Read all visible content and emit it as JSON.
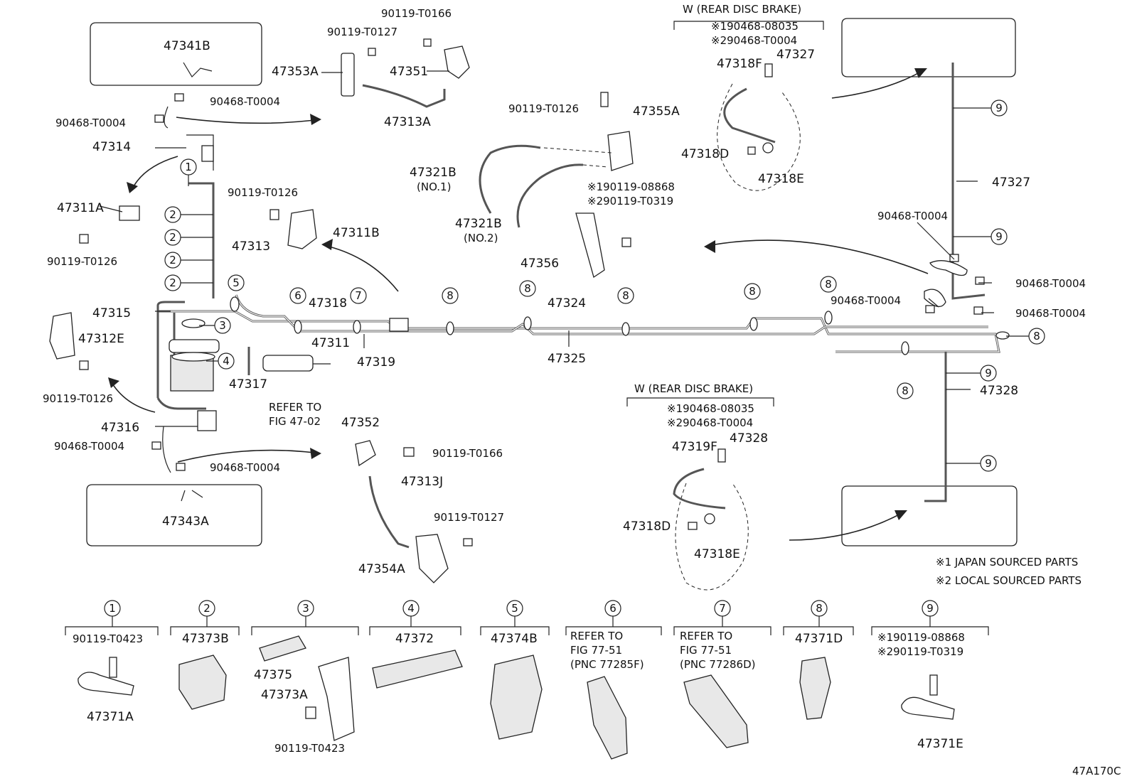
{
  "figure_code": "47A170C",
  "part_labels": {
    "p47341B": "47341B",
    "p90468_T0004_a": "90468-T0004",
    "p90468_T0004_b": "90468-T0004",
    "p47314": "47314",
    "p47311A": "47311A",
    "p90119_T0126_a": "90119-T0126",
    "p47313": "47313",
    "p47315": "47315",
    "p47312E": "47312E",
    "p90119_T0126_b": "90119-T0126",
    "p47317": "47317",
    "p47316": "47316",
    "p90468_T0004_c": "90468-T0004",
    "p90468_T0004_d": "90468-T0004",
    "p47343A": "47343A",
    "p90119_T0166_a": "90119-T0166",
    "p90119_T0127_a": "90119-T0127",
    "p47353A": "47353A",
    "p47351": "47351",
    "p47313A": "47313A",
    "p90119_T0126_c": "90119-T0126",
    "p47311B": "47311B",
    "p47318": "47318",
    "p47311": "47311",
    "p47319": "47319",
    "refer_fig_47_02_a": "REFER TO",
    "refer_fig_47_02_b": "FIG 47-02",
    "p47352": "47352",
    "p90119_T0166_b": "90119-T0166",
    "p47313J": "47313J",
    "p90119_T0127_b": "90119-T0127",
    "p47354A": "47354A",
    "p90119_T0126_d": "90119-T0126",
    "p47355A": "47355A",
    "p47321B_1": "47321B",
    "no1": "(NO.1)",
    "p47321B_2": "47321B",
    "no2": "(NO.2)",
    "p90119_08868_a": "※190119-08868",
    "p90119_T0319_a": "※290119-T0319",
    "p47356": "47356",
    "p47324": "47324",
    "p47325": "47325",
    "w_rear_disc_1": "W (REAR DISC BRAKE)",
    "p90468_08035_1": "※190468-08035",
    "p90468_T0004_j1": "※290468-T0004",
    "p47318F": "47318F",
    "p47327_top": "47327",
    "p47318D_1": "47318D",
    "p47318E_1": "47318E",
    "p47327": "47327",
    "p90468_T0004_e": "90468-T0004",
    "p90468_T0004_f": "90468-T0004",
    "p90468_T0004_g": "90468-T0004",
    "p90468_T0004_h": "90468-T0004",
    "p47328": "47328",
    "w_rear_disc_2": "W (REAR DISC BRAKE)",
    "p90468_08035_2": "※190468-08035",
    "p90468_T0004_j2": "※290468-T0004",
    "p47319F": "47319F",
    "p47328_top": "47328",
    "p47318D_2": "47318D",
    "p47318E_2": "47318E",
    "note1": "※1 JAPAN SOURCED PARTS",
    "note2": "※2 LOCAL SOURCED PARTS"
  },
  "legend": [
    {
      "num": "1",
      "lines": [
        "90119-T0423",
        "47371A"
      ]
    },
    {
      "num": "2",
      "lines": [
        "47373B"
      ]
    },
    {
      "num": "3",
      "lines": [
        "47375",
        "47373A",
        "90119-T0423"
      ]
    },
    {
      "num": "4",
      "lines": [
        "47372"
      ]
    },
    {
      "num": "5",
      "lines": [
        "47374B"
      ]
    },
    {
      "num": "6",
      "lines": [
        "REFER TO",
        "FIG 77-51",
        "(PNC 77285F)"
      ]
    },
    {
      "num": "7",
      "lines": [
        "REFER TO",
        "FIG 77-51",
        "(PNC 77286D)"
      ]
    },
    {
      "num": "8",
      "lines": [
        "47371D"
      ]
    },
    {
      "num": "9",
      "lines": [
        "※190119-08868",
        "※290119-T0319",
        "47371E"
      ]
    }
  ],
  "callouts": {
    "c1": "1",
    "c2a": "2",
    "c2b": "2",
    "c2c": "2",
    "c2d": "2",
    "c3": "3",
    "c4": "4",
    "c5": "5",
    "c6": "6",
    "c7": "7",
    "c8a": "8",
    "c8b": "8",
    "c8c": "8",
    "c8d": "8",
    "c8e": "8",
    "c8f": "8",
    "c8g": "8",
    "c9a": "9",
    "c9b": "9",
    "c9c": "9",
    "c9d": "9"
  }
}
